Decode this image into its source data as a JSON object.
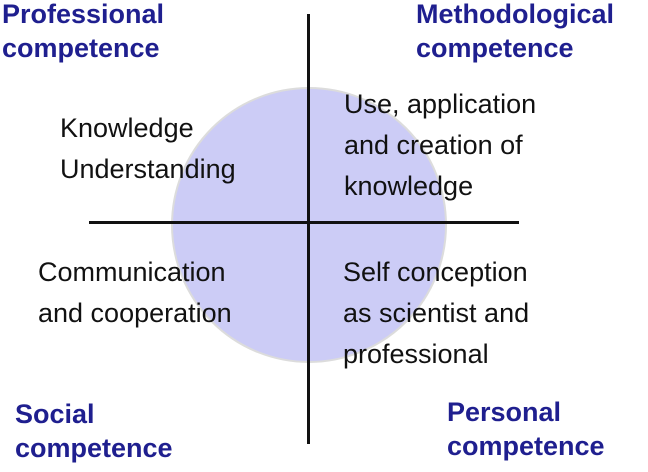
{
  "quadrants": {
    "top_left": {
      "heading": "Professional\ncompetence",
      "content": "Knowledge\nUnderstanding"
    },
    "top_right": {
      "heading": "Methodological\ncompetence",
      "content": "Use, application\nand creation of\nknowledge"
    },
    "bottom_left": {
      "heading": "Social\ncompetence",
      "content": "Communication\nand cooperation"
    },
    "bottom_right": {
      "heading": "Personal\ncompetence",
      "content": "Self conception\nas scientist and\nprofessional"
    }
  },
  "colors": {
    "heading": "#1f1f8f",
    "circle_fill": "#ccccf6",
    "axes": "#111111"
  }
}
